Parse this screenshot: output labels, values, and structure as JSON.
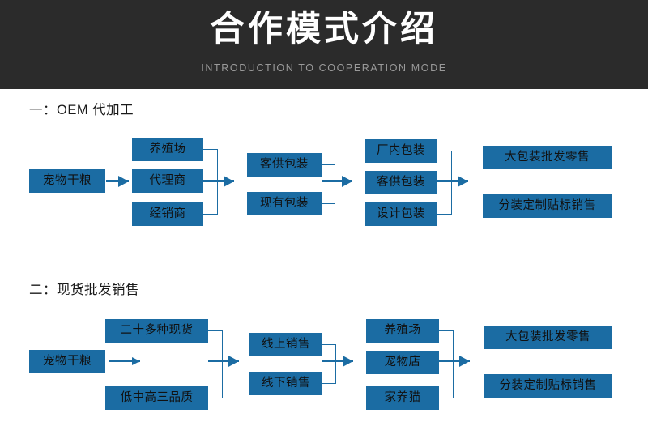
{
  "banner": {
    "title": "合作模式介绍",
    "subtitle": "INTRODUCTION TO COOPERATION MODE",
    "background_color": "#2b2b2b",
    "title_color": "#ffffff",
    "subtitle_color": "#9a9a9a"
  },
  "theme": {
    "node_fill": "#1b6ca3",
    "node_text": "#111111",
    "connector_color": "#1b6ca3",
    "page_background": "#ffffff"
  },
  "sections": [
    {
      "heading": "一：OEM 代加工",
      "columns": [
        {
          "name": "source",
          "nodes": [
            "宠物干粮"
          ]
        },
        {
          "name": "channel",
          "nodes": [
            "养殖场",
            "代理商",
            "经销商"
          ]
        },
        {
          "name": "packaging-supply",
          "nodes": [
            "客供包装",
            "现有包装"
          ]
        },
        {
          "name": "packaging-type",
          "nodes": [
            "厂内包装",
            "客供包装",
            "设计包装"
          ]
        },
        {
          "name": "sales",
          "nodes": [
            "大包装批发零售",
            "分装定制贴标销售"
          ]
        }
      ]
    },
    {
      "heading": "二：现货批发销售",
      "columns": [
        {
          "name": "source",
          "nodes": [
            "宠物干粮"
          ]
        },
        {
          "name": "stock",
          "nodes": [
            "二十多种现货",
            "低中高三品质"
          ]
        },
        {
          "name": "sales-channel",
          "nodes": [
            "线上销售",
            "线下销售"
          ]
        },
        {
          "name": "customer",
          "nodes": [
            "养殖场",
            "宠物店",
            "家养猫"
          ]
        },
        {
          "name": "sales",
          "nodes": [
            "大包装批发零售",
            "分装定制贴标销售"
          ]
        }
      ]
    }
  ]
}
